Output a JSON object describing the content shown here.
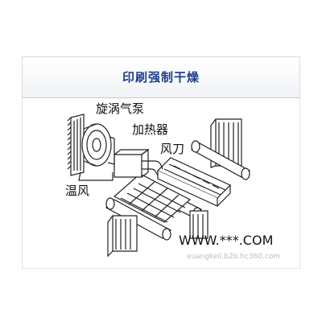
{
  "diagram": {
    "title": "印刷强制干燥",
    "labels": {
      "pump": "旋涡气泵",
      "heater": "加热器",
      "air_knife": "风刀",
      "warm_air": "温风"
    },
    "watermark": {
      "text": "WWW.***.COM",
      "sub": "xuangkeil.b2b.hc360.com"
    },
    "colors": {
      "title": "#1f3f8f",
      "line": "#222222",
      "watermark": "#b8bcc6"
    }
  }
}
